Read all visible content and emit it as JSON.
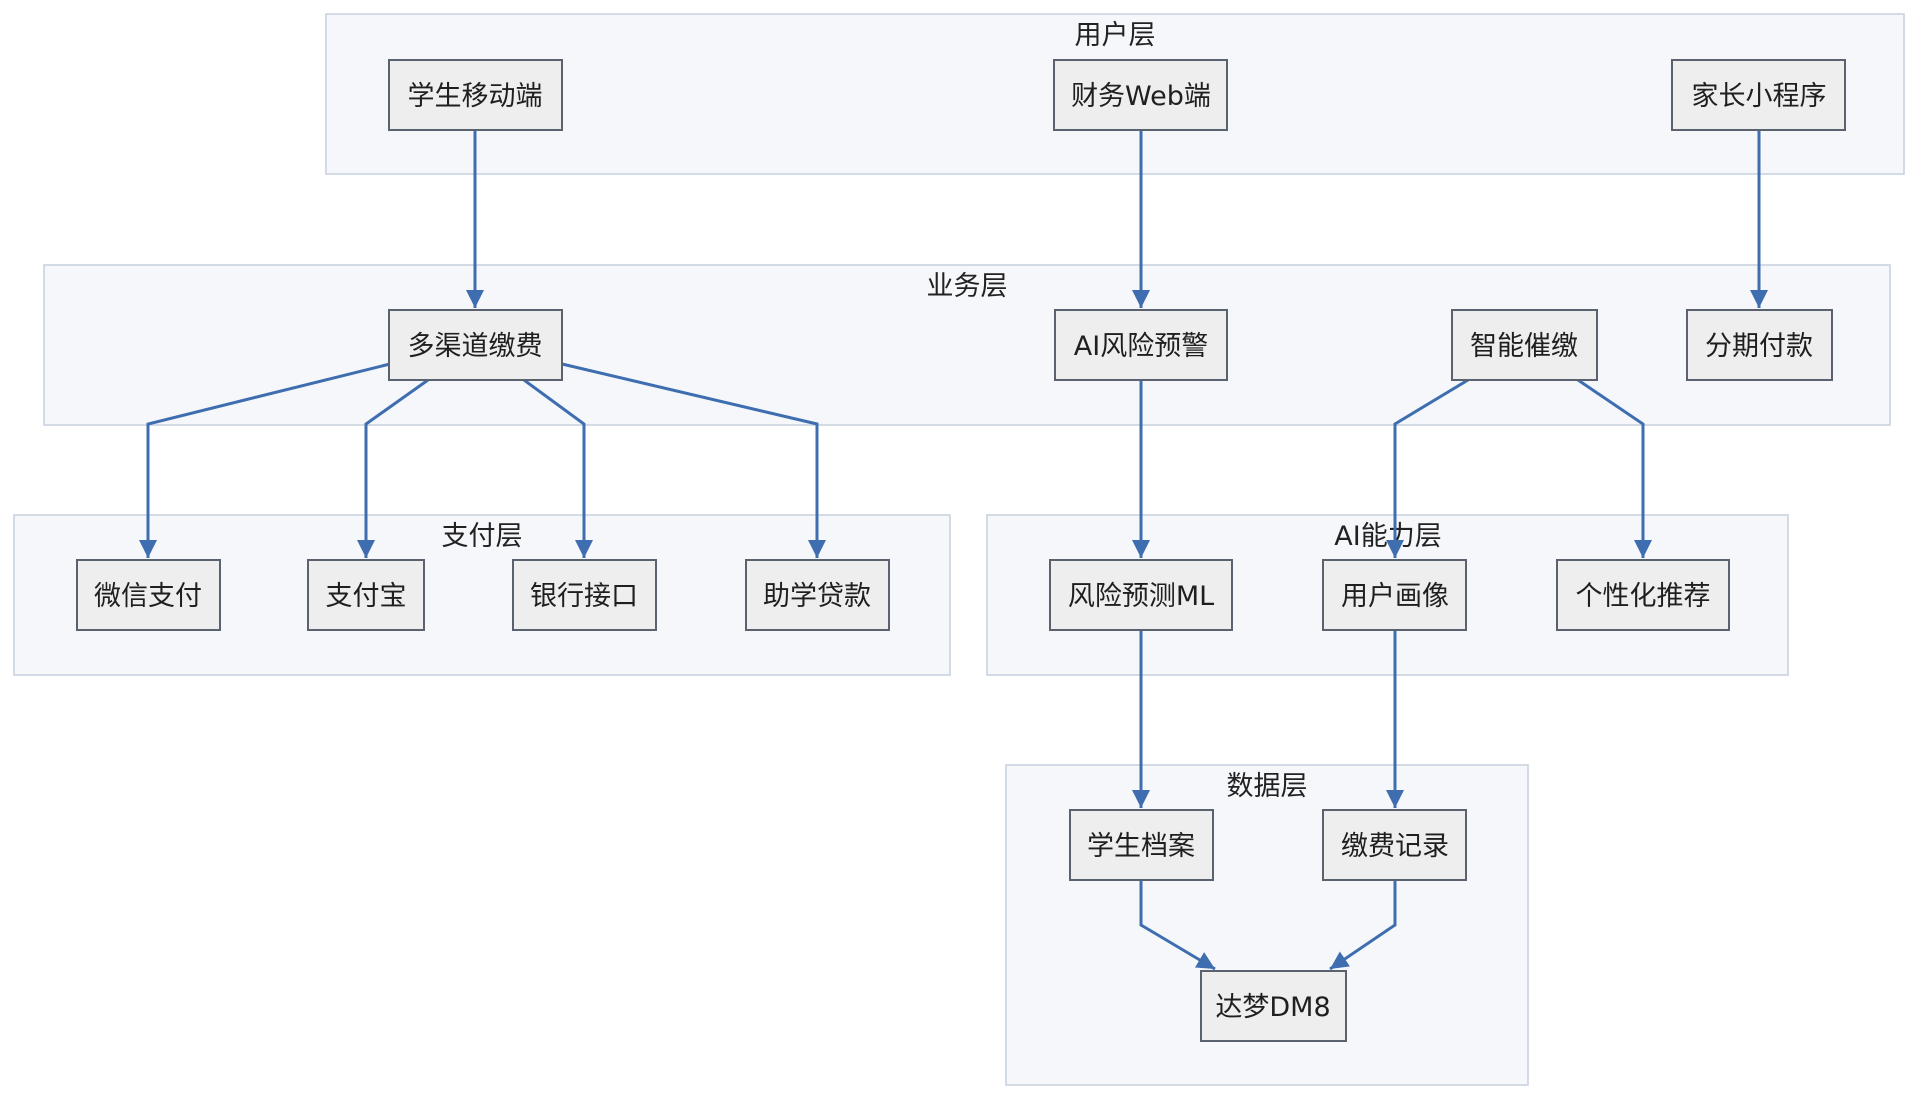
{
  "colors": {
    "edge": "#3e6db0",
    "layer_fill": "#f5f7fb",
    "layer_border": "#c9d2df",
    "node_fill": "#eeeeee",
    "node_border": "#5a6270"
  },
  "layers": {
    "user": "用户层",
    "business": "业务层",
    "payment": "支付层",
    "ai": "AI能力层",
    "data": "数据层"
  },
  "nodes": {
    "student_mobile": "学生移动端",
    "finance_web": "财务Web端",
    "parent_miniapp": "家长小程序",
    "multichannel_payment": "多渠道缴费",
    "ai_risk_warning": "AI风险预警",
    "smart_reminder": "智能催缴",
    "installment": "分期付款",
    "wechat_pay": "微信支付",
    "alipay": "支付宝",
    "bank_api": "银行接口",
    "student_loan": "助学贷款",
    "risk_ml": "风险预测ML",
    "user_profile": "用户画像",
    "personalized_rec": "个性化推荐",
    "student_records": "学生档案",
    "payment_records": "缴费记录",
    "dameng_db": "达梦DM8"
  },
  "edges": [
    {
      "from": "student_mobile",
      "to": "multichannel_payment"
    },
    {
      "from": "finance_web",
      "to": "ai_risk_warning"
    },
    {
      "from": "parent_miniapp",
      "to": "installment"
    },
    {
      "from": "multichannel_payment",
      "to": "wechat_pay"
    },
    {
      "from": "multichannel_payment",
      "to": "alipay"
    },
    {
      "from": "multichannel_payment",
      "to": "bank_api"
    },
    {
      "from": "multichannel_payment",
      "to": "student_loan"
    },
    {
      "from": "ai_risk_warning",
      "to": "risk_ml"
    },
    {
      "from": "smart_reminder",
      "to": "user_profile"
    },
    {
      "from": "smart_reminder",
      "to": "personalized_rec"
    },
    {
      "from": "risk_ml",
      "to": "student_records"
    },
    {
      "from": "user_profile",
      "to": "payment_records"
    },
    {
      "from": "student_records",
      "to": "dameng_db"
    },
    {
      "from": "payment_records",
      "to": "dameng_db"
    }
  ]
}
